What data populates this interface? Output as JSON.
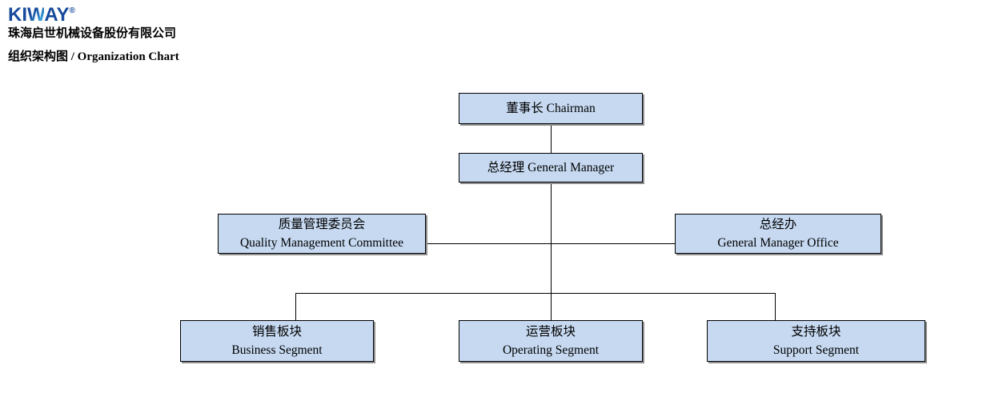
{
  "brand": {
    "logo_part1": "KI",
    "logo_part2": "W",
    "logo_part3": "AY",
    "registered_mark": "®",
    "logo_color": "#164a9c",
    "logo_accent_color": "#3aa6dc"
  },
  "header": {
    "company_name": "珠海启世机械设备股份有限公司",
    "chart_title": "组织架构图 / Organization Chart"
  },
  "colors": {
    "background": "#ffffff",
    "node_fill": "#c6d9f1",
    "node_border": "#000000",
    "connector": "#000000",
    "text": "#000000"
  },
  "org_chart": {
    "type": "organization-chart",
    "nodes": [
      {
        "id": "chairman",
        "line1": "董事长 Chairman",
        "line2": ""
      },
      {
        "id": "general-manager",
        "line1": "总经理 General Manager",
        "line2": ""
      },
      {
        "id": "quality-management-committee",
        "line1": "质量管理委员会",
        "line2": "Quality Management Committee"
      },
      {
        "id": "general-manager-office",
        "line1": "总经办",
        "line2": "General Manager Office"
      },
      {
        "id": "business-segment",
        "line1": "销售板块",
        "line2": "Business Segment"
      },
      {
        "id": "operating-segment",
        "line1": "运营板块",
        "line2": "Operating Segment"
      },
      {
        "id": "support-segment",
        "line1": "支持板块",
        "line2": "Support Segment"
      }
    ],
    "edges": [
      {
        "from": "chairman",
        "to": "general-manager"
      },
      {
        "from": "general-manager",
        "to": "quality-management-committee"
      },
      {
        "from": "general-manager",
        "to": "general-manager-office"
      },
      {
        "from": "general-manager",
        "to": "business-segment"
      },
      {
        "from": "general-manager",
        "to": "operating-segment"
      },
      {
        "from": "general-manager",
        "to": "support-segment"
      }
    ]
  }
}
